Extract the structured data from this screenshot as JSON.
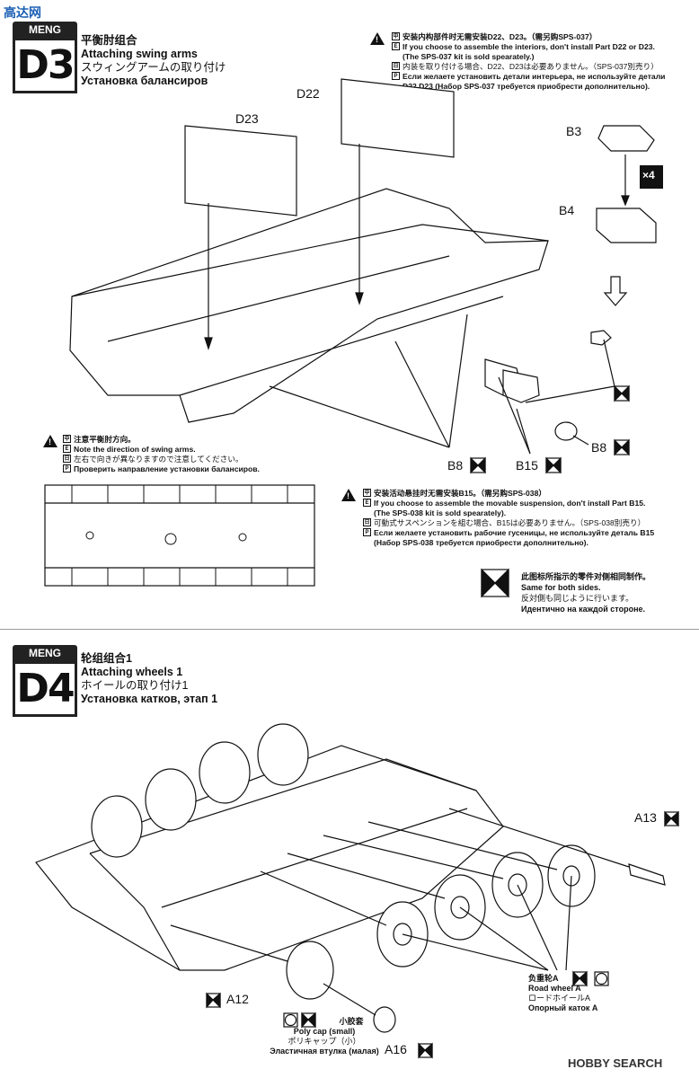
{
  "watermark_top": "高达网",
  "watermark_bottom": "HOBBY SEARCH",
  "step3": {
    "brand": "MENG",
    "number": "D3",
    "title_zh": "平衡肘组合",
    "title_en": "Attaching swing arms",
    "title_ja": "スウィングアームの取り付け",
    "title_ru": "Установка балансиров",
    "note_interior": {
      "zh": "安装内构部件时无需安装D22、D23。（需另购SPS-037）",
      "en1": "If you choose to assemble the interiors, don't install Part D22 or D23.",
      "en2": "(The SPS-037 kit is sold spearately.)",
      "ja": "内装を取り付ける場合、D22、D23は必要ありません。（SPS-037別売り）",
      "ru1": "Если желаете установить детали интерьера, не используйте детали",
      "ru2": "D22,D23 (Набор SPS-037 требуется приобрести дополнительно)."
    },
    "note_direction": {
      "zh": "注意平衡肘方向。",
      "en": "Note the direction of swing arms.",
      "ja": "左右で向きが異なりますので注意してください。",
      "ru": "Проверить направление установки балансиров."
    },
    "note_suspension": {
      "zh": "安装活动悬挂时无需安装B15。（需另购SPS-038）",
      "en1": "If you choose to assemble the movable suspension, don't install Part B15.",
      "en2": "(The SPS-038 kit is sold spearately).",
      "ja": "可動式サスペンションを組む場合、B15は必要ありません。（SPS-038別売り）",
      "ru1": "Если желаете установить рабочие гусеницы, не используйте деталь B15",
      "ru2": "(Набор SPS-038 требуется приобрести дополнительно)."
    },
    "legend": {
      "zh": "此图标所指示的零件对侧相同制作。",
      "en": "Same for both sides.",
      "ja": "反対側も同じように行います。",
      "ru": "Идентично на каждой стороне."
    },
    "labels": {
      "d22": "D22",
      "d23": "D23",
      "b3": "B3",
      "b4": "B4",
      "x4": "×4",
      "b8a": "B8",
      "b8b": "B8",
      "b15": "B15"
    }
  },
  "step4": {
    "brand": "MENG",
    "number": "D4",
    "title_zh": "轮组组合1",
    "title_en": "Attaching wheels 1",
    "title_ja": "ホイールの取り付け1",
    "title_ru": "Установка катков, этап 1",
    "labels": {
      "a13": "A13",
      "a12": "A12",
      "a16": "A16"
    },
    "road_wheel": {
      "zh": "负重轮A",
      "en": "Road wheel A",
      "ja": "ロードホイールA",
      "ru": "Опорный каток A"
    },
    "poly_cap": {
      "zh": "小胶套",
      "en": "Poly cap (small)",
      "ja": "ポリキャップ（小）",
      "ru": "Эластичная втулка (малая)"
    }
  },
  "lang_marks": [
    "中",
    "E",
    "日",
    "P"
  ]
}
